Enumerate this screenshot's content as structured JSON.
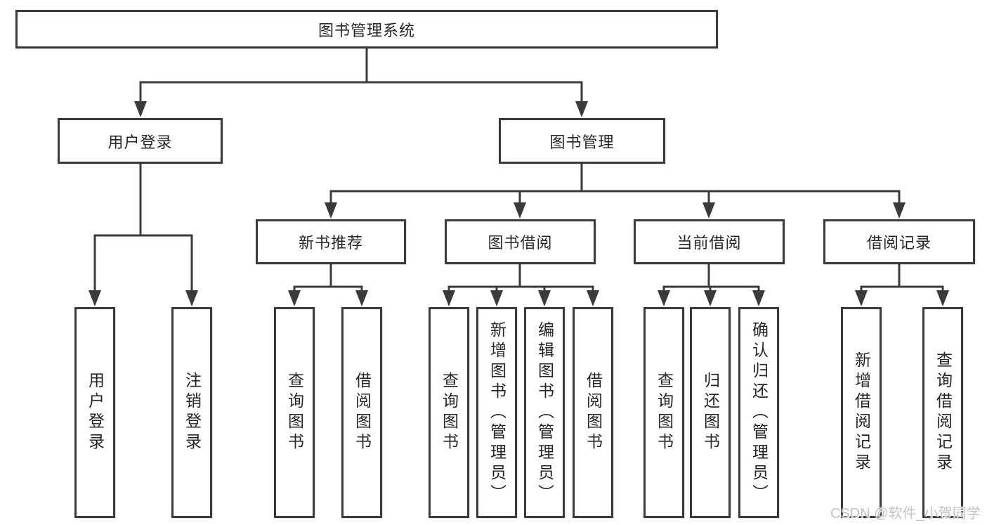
{
  "diagram": {
    "type": "hierarchy-tree",
    "colors": {
      "line": "#3a3a3a",
      "border": "#3a3a3a",
      "text": "#262626",
      "background": "#ffffff",
      "watermark": "#c3c3c3"
    },
    "tree": {
      "label": "图书管理系统",
      "children": [
        {
          "label": "用户登录",
          "children": [
            {
              "label": "用户登录"
            },
            {
              "label": "注销登录"
            }
          ]
        },
        {
          "label": "图书管理",
          "children": [
            {
              "label": "新书推荐",
              "children": [
                {
                  "label": "查询图书"
                },
                {
                  "label": "借阅图书"
                }
              ]
            },
            {
              "label": "图书借阅",
              "children": [
                {
                  "label": "查询图书"
                },
                {
                  "label": "新增图书（管理员）"
                },
                {
                  "label": "编辑图书（管理员）"
                },
                {
                  "label": "借阅图书"
                }
              ]
            },
            {
              "label": "当前借阅",
              "children": [
                {
                  "label": "查询图书"
                },
                {
                  "label": "归还图书"
                },
                {
                  "label": "确认归还（管理员）"
                }
              ]
            },
            {
              "label": "借阅记录",
              "children": [
                {
                  "label": "新增借阅记录"
                },
                {
                  "label": "查询借阅记录"
                }
              ]
            }
          ]
        }
      ]
    },
    "watermark": {
      "text": "CSDN @软件_小贺同学"
    }
  }
}
